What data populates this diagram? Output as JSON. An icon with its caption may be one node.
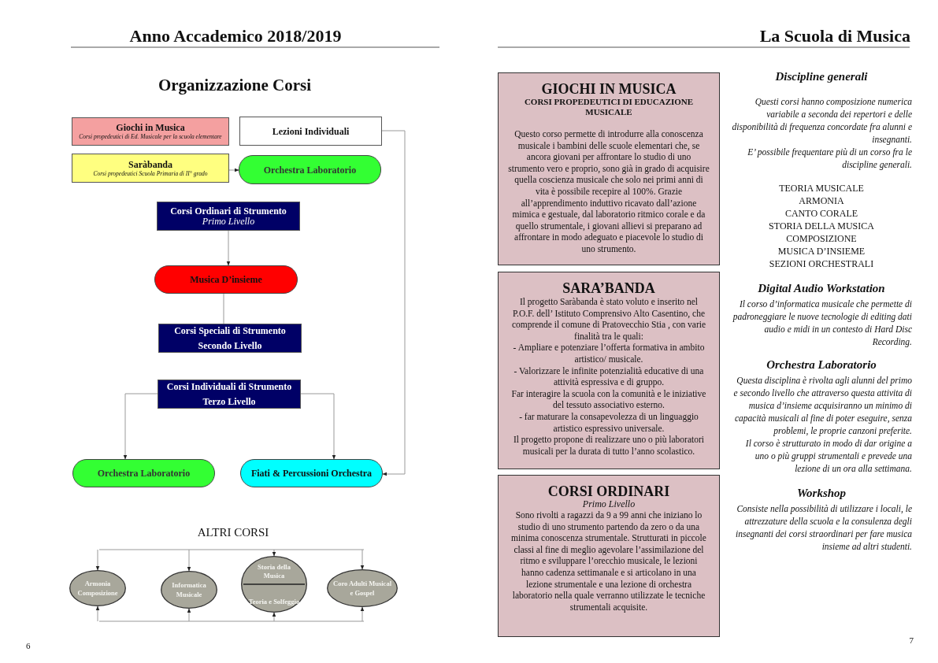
{
  "diagram": {
    "nodes": [
      {
        "text": [
          "Giochi in Musica",
          "Corsi propedeutici di Ed. Musicale per la scuola elementare"
        ]
      },
      {
        "text": [
          "Lezioni Individuali"
        ]
      },
      {
        "text": [
          "Saràbanda",
          "Corsi propedeutici Scuola Primaria di II° grado"
        ]
      },
      {
        "text": [
          "Orchestra Laboratorio"
        ]
      },
      {
        "text": [
          "Corsi Ordinari di Strumento",
          "Primo Livello"
        ]
      },
      {
        "text": [
          "Musica D’insieme"
        ]
      },
      {
        "text": [
          "Corsi Speciali di Strumento Secondo Livello"
        ]
      },
      {
        "text": [
          "Corsi Individuali di Strumento Terzo Livello"
        ]
      },
      {
        "text": [
          "Orchestra Laboratorio"
        ]
      },
      {
        "text": [
          "Fiati & Percussioni Orchestra"
        ]
      },
      {
        "text": [
          "Armonia Composizione"
        ]
      },
      {
        "text": [
          "Informatica Musicale"
        ]
      },
      {
        "text": [
          "Storia della Musica",
          "Teoria e Solfeggio"
        ]
      },
      {
        "text": [
          "Coro Adulti Musical e Gospel"
        ]
      },
      {
        "text": [
          "GIOCHI IN MUSICA",
          "CORSI PROPEDEUTICI DI EDUCAZIONE MUSICALE",
          "Questo corso permette di introdurre alla conoscenza musicale i bambini delle scuole elementari che, se ancora giovani per affrontare lo studio di uno strumento vero e proprio, sono già in grado di acquisire quella coscienza musicale che solo nei primi anni di vita è possibile recepire al 100%. Grazie all’apprendimento induttivo ricavato dall’azione mimica e gestuale, dal laboratorio ritmico corale e da quello strumentale, i giovani allievi si preparano ad affrontare in modo adeguato e piacevole lo studio di uno strumento."
        ]
      },
      {
        "text": [
          "SARA’BANDA",
          "Il progetto Saràbanda è stato voluto e inserito nel P.O.F. dell’ Istituto Comprensivo Alto Casentino, che comprende il comune di Pratovecchio Stia , con varie finalità tra le quali:",
          "- Ampliare e potenziare l’offerta formativa in ambito artistico/ musicale.",
          "- Valorizzare le infinite potenzialità educative di una attività espressiva e di gruppo.",
          "Far interagire la scuola con la comunità e le iniziative del tessuto associativo esterno.",
          "- far maturare la consapevolezza di un linguaggio artistico espressivo universale.",
          "Il progetto propone di realizzare uno o più laboratori musicali per la durata di tutto l’anno scolastico."
        ]
      },
      {
        "text": [
          "CORSI ORDINARI",
          "Primo Livello",
          "Sono rivolti a ragazzi da 9 a 99 anni che iniziano lo studio di uno strumento partendo da zero o da una minima conoscenza strumentale. Strutturati in piccole classi al fine di meglio agevolare l’assimilazione del ritmo e sviluppare l’orecchio musicale, le lezioni hanno cadenza settimanale e si articolano in una lezione strumentale e una lezione di orchestra laboratorio nella quale verranno utilizzate le tecniche strumentali acquisite."
        ]
      }
    ],
    "edges": [
      {
        "from": 2,
        "to": 3,
        "arrow": "to"
      },
      {
        "from": 4,
        "to": 5,
        "arrow": "to"
      },
      {
        "from": 6,
        "to": 5,
        "arrow": "to"
      },
      {
        "from": 7,
        "to": 8,
        "arrow": "to"
      },
      {
        "from": 7,
        "to": 9,
        "arrow": "to"
      },
      {
        "from": 1,
        "to": 9,
        "arrow": "to"
      },
      {
        "from": null,
        "to": 10,
        "arrow": "to"
      },
      {
        "from": null,
        "to": 11,
        "arrow": "to"
      },
      {
        "from": null,
        "to": 12,
        "arrow": "to"
      },
      {
        "from": null,
        "to": 13,
        "arrow": "to"
      },
      {
        "from": null,
        "to": 10,
        "arrow": "to"
      },
      {
        "from": null,
        "to": 11,
        "arrow": "to"
      },
      {
        "from": null,
        "to": 12,
        "arrow": "to"
      },
      {
        "from": null,
        "to": 13,
        "arrow": "to"
      }
    ],
    "labels": [
      "Anno Accademico 2018/2019",
      "La Scuola di Musica",
      "Organizzazione Corsi",
      "ALTRI CORSI",
      "6",
      "7",
      "Discipline generali",
      "Questi corsi hanno composizione numerica variabile a seconda dei repertori e delle disponibilità di frequenza concordate fra alunni e insegnanti.",
      "E’ possibile frequentare più di un corso fra le discipline generali.",
      "TEORIA MUSICALE",
      "ARMONIA",
      "CANTO CORALE",
      "STORIA DELLA MUSICA",
      "COMPOSIZIONE",
      "MUSICA D’INSIEME",
      "SEZIONI ORCHESTRALI",
      "Digital Audio Workstation",
      "Il corso d’informatica musicale che permette di padroneggiare le nuove tecnologie di editing dati audio e midi in un contesto di Hard Disc Recording.",
      "Orchestra Laboratorio",
      "Questa disciplina è rivolta agli alunni del primo e secondo livello che attraverso questa attivita di musica d’insieme acquisiranno un minimo di capacità musicali al fine di poter eseguire, senza problemi, le proprie canzoni preferite.",
      "Il corso è strutturato in modo di dar origine a uno o più gruppi strumentali e prevede una lezione di un ora alla settimana.",
      "Workshop",
      "Consiste nella possibilità di utilizzare i locali, le attrezzature della scuola e la consulenza degli insegnanti dei corsi straordinari per fare musica insieme ad altri studenti."
    ]
  }
}
